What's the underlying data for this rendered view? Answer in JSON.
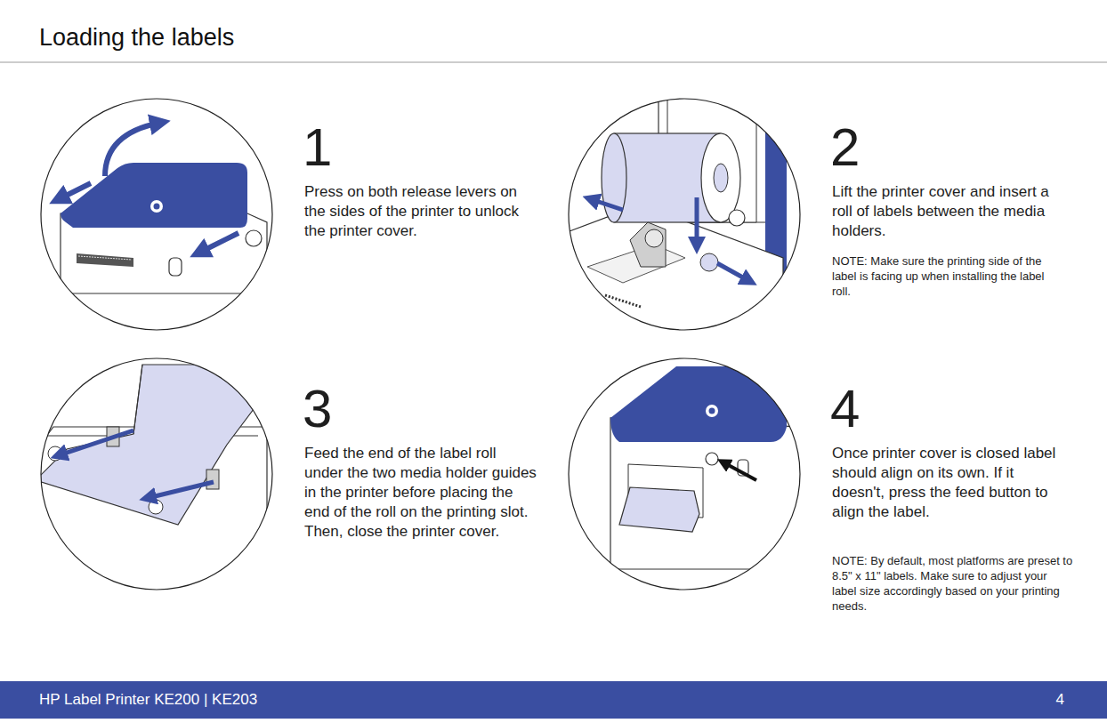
{
  "diagram": {
    "title": "Loading the labels",
    "nodes": [
      {
        "text": [
          "HP Label Printer KE200 | KE203",
          "4"
        ]
      }
    ],
    "labels": [
      "1",
      "Press on both release levers on the sides of the printer to unlock the printer cover.",
      "2",
      "Lift the printer cover and insert a roll of labels between the media holders.",
      "NOTE: Make sure the printing side of the label is facing up when installing the label roll.",
      "3",
      "Feed the end of the label roll under the two media holder guides in the printer before placing the end of the roll on the printing slot. Then, close the printer cover.",
      "4",
      "Once printer cover is closed label should align on its own. If it doesn't, press the feed button to align the label.",
      "NOTE: By default, most platforms are preset to 8.5\" x 11\" labels. Make sure to adjust your label size accordingly based on your printing needs."
    ]
  }
}
